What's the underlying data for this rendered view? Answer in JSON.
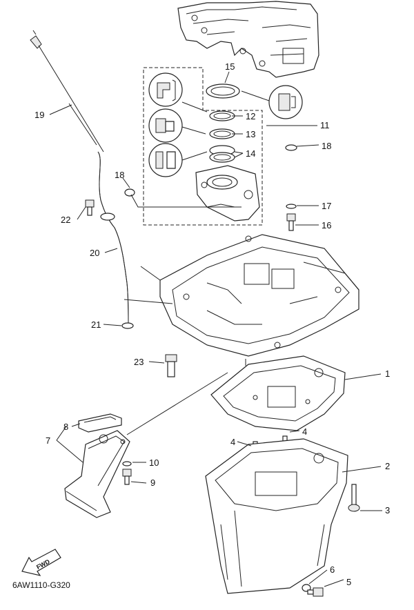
{
  "part_code": "6AW1110-G320",
  "fwd_label": "FWD",
  "callouts": [
    "1",
    "2",
    "3",
    "4",
    "4",
    "5",
    "6",
    "7",
    "8",
    "9",
    "10",
    "11",
    "12",
    "13",
    "14",
    "15",
    "16",
    "17",
    "18",
    "18",
    "19",
    "20",
    "21",
    "22",
    "23"
  ]
}
